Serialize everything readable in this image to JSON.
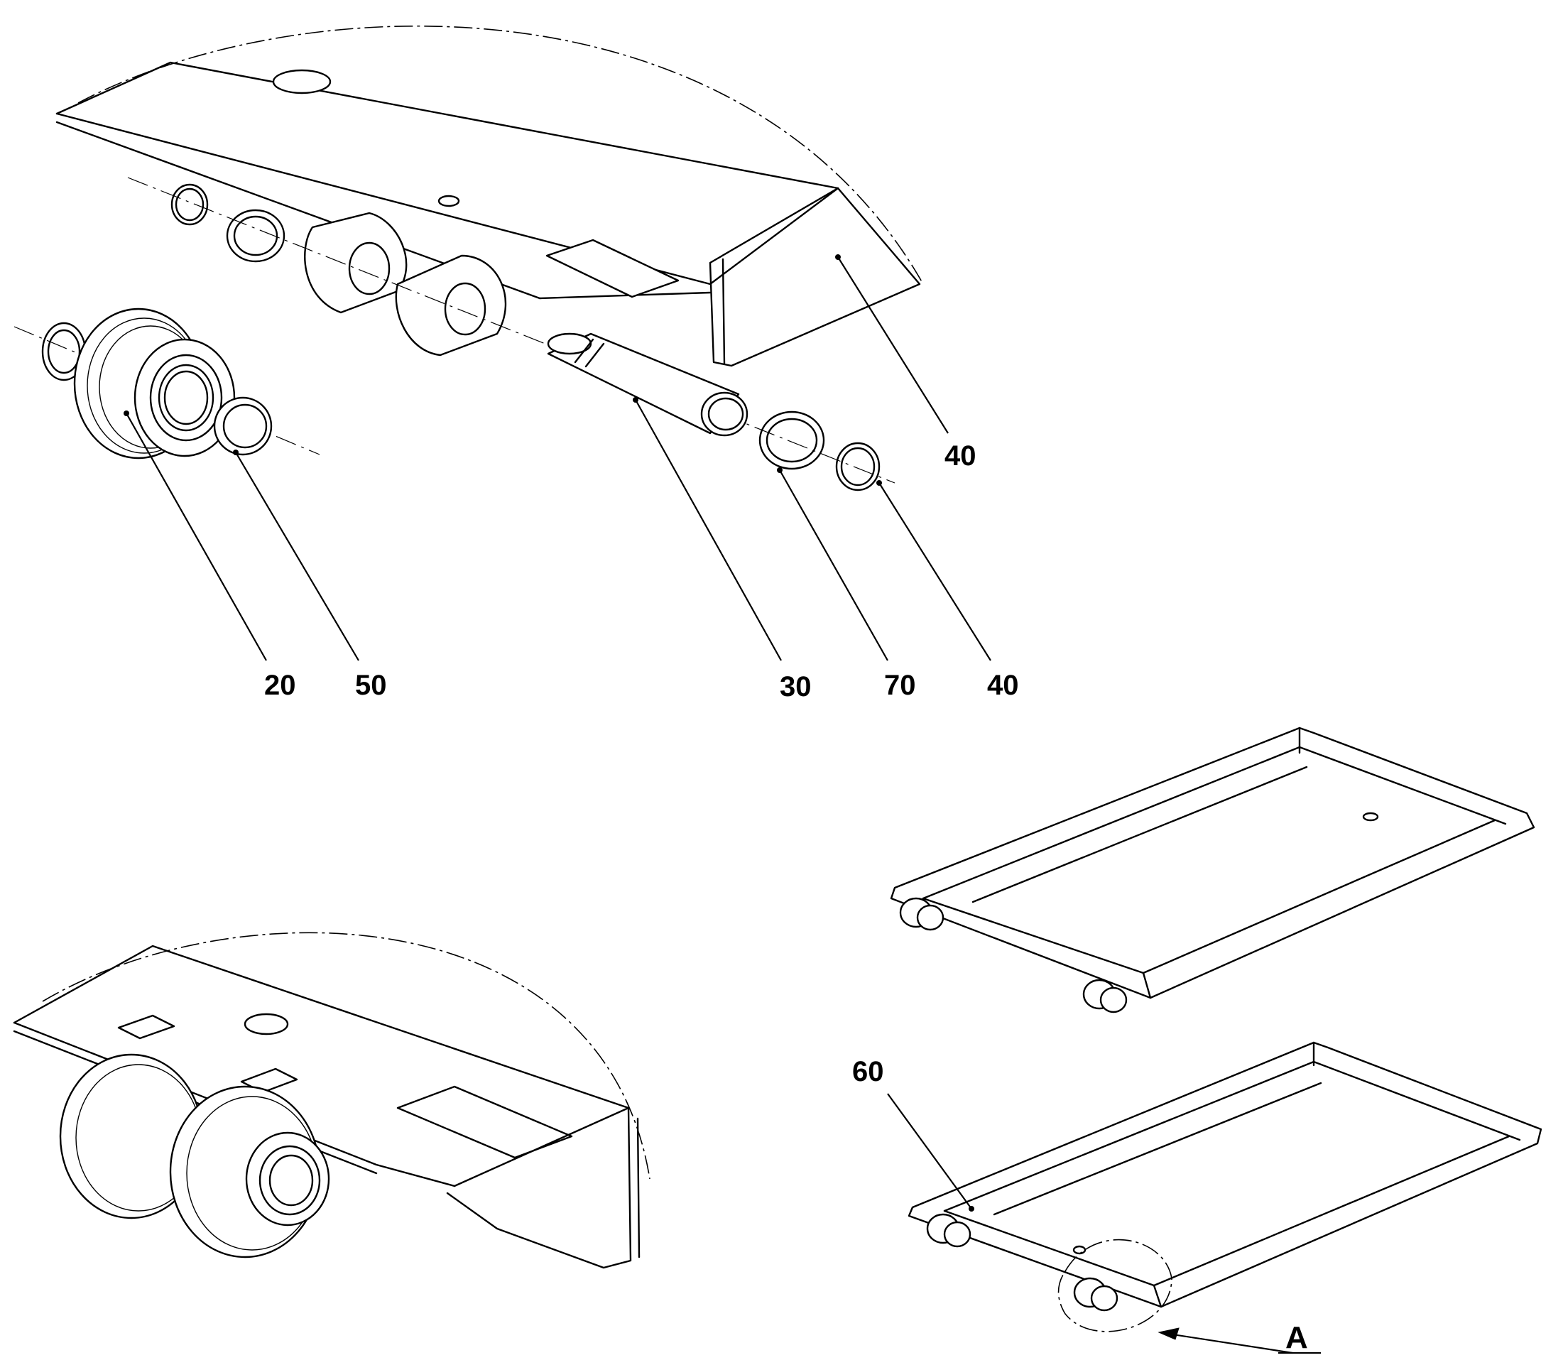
{
  "labels": {
    "lbl_40_top": "40",
    "lbl_20": "20",
    "lbl_50": "50",
    "lbl_30": "30",
    "lbl_70": "70",
    "lbl_40_bottom": "40",
    "lbl_60": "60",
    "view_a": "A"
  }
}
